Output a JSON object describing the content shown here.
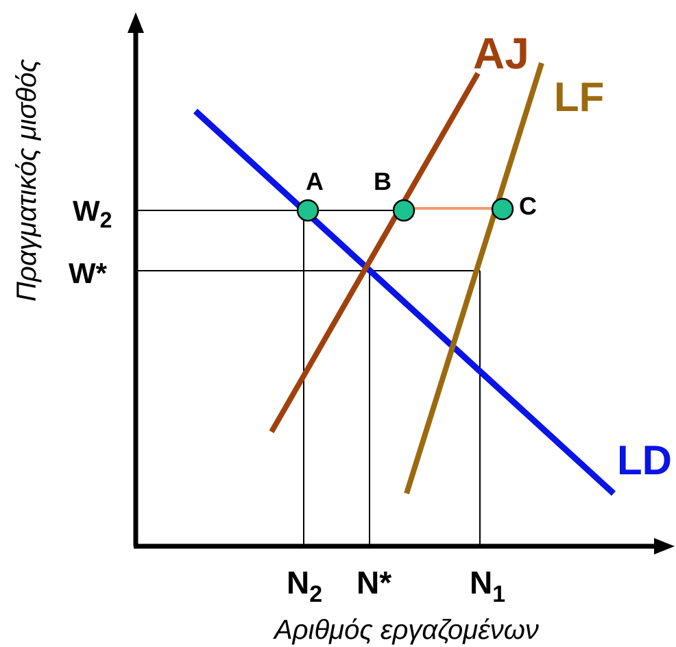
{
  "axes": {
    "y_title": "Πραγματικός μισθός",
    "x_title": "Αριθμός εργαζομένων"
  },
  "wage_labels": {
    "w2": "W",
    "w2_sub": "2",
    "w_star": "W*"
  },
  "employment_labels": {
    "n2": "N",
    "n2_sub": "2",
    "n_star": "N*",
    "n1": "N",
    "n1_sub": "1"
  },
  "curves": {
    "aj": {
      "label": "AJ",
      "color": "#a0410d"
    },
    "lf": {
      "label": "LF",
      "color": "#9c6a0e"
    },
    "ld": {
      "label": "LD",
      "color": "#0a14e6"
    }
  },
  "points": {
    "a": {
      "label": "A"
    },
    "b": {
      "label": "B"
    },
    "c": {
      "label": "C"
    },
    "color": "#1ec28e"
  },
  "gap_segment_color": "#f29a6e"
}
